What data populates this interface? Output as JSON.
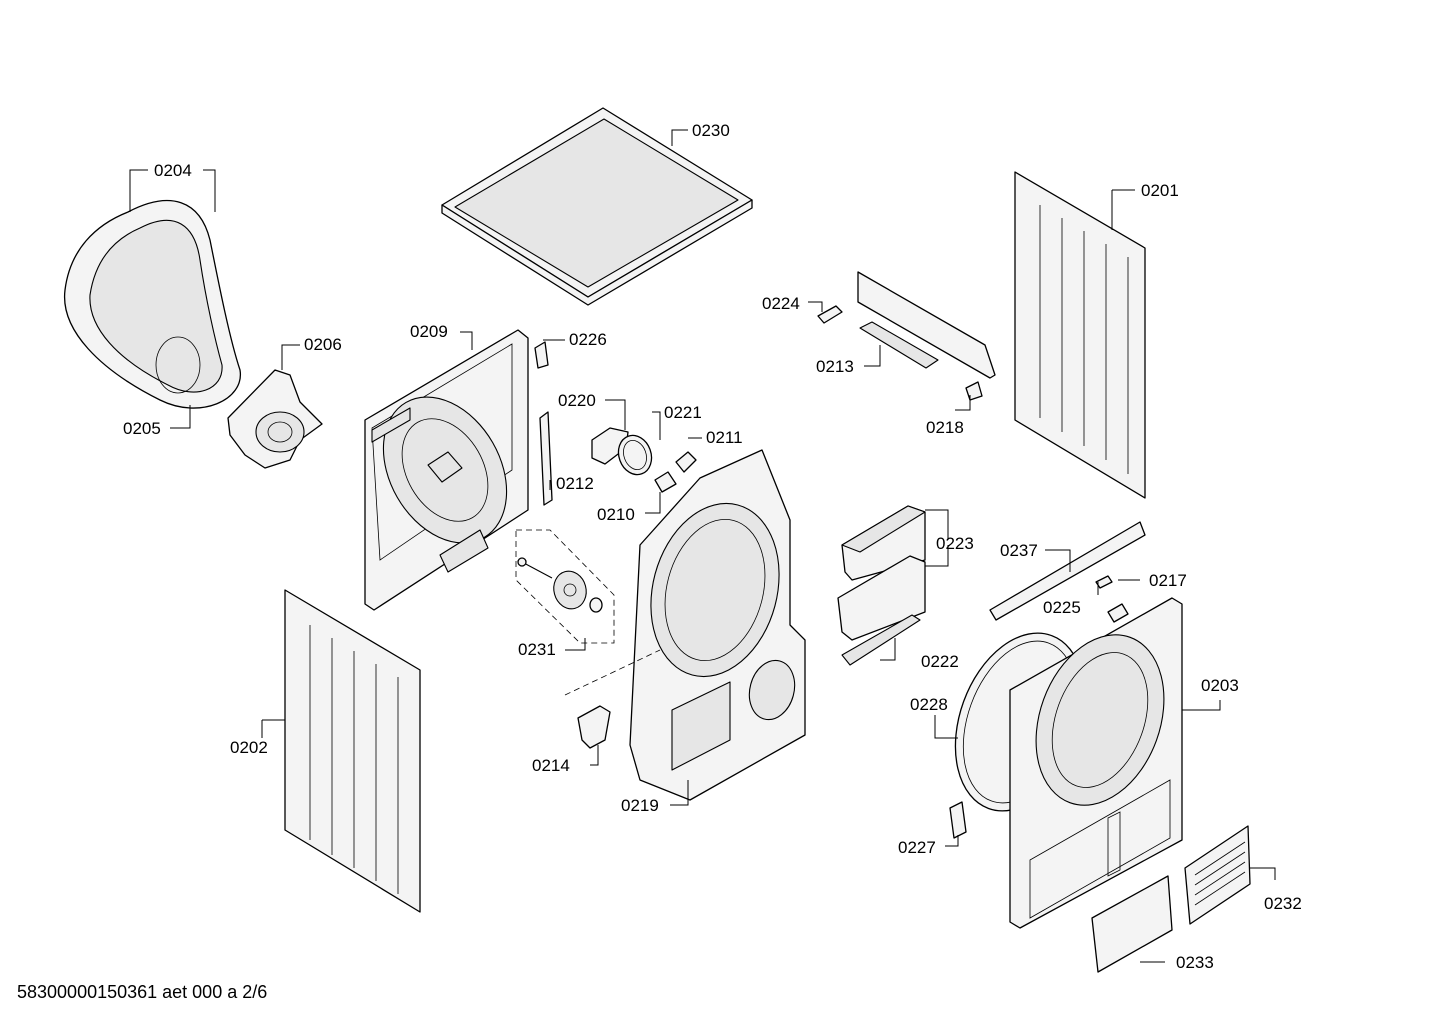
{
  "parts": [
    {
      "id": "0230",
      "label": "0230"
    },
    {
      "id": "0204",
      "label": "0204"
    },
    {
      "id": "0205",
      "label": "0205"
    },
    {
      "id": "0206",
      "label": "0206"
    },
    {
      "id": "0209",
      "label": "0209"
    },
    {
      "id": "0226",
      "label": "0226"
    },
    {
      "id": "0220",
      "label": "0220"
    },
    {
      "id": "0221",
      "label": "0221"
    },
    {
      "id": "0211",
      "label": "0211"
    },
    {
      "id": "0212",
      "label": "0212"
    },
    {
      "id": "0210",
      "label": "0210"
    },
    {
      "id": "0224",
      "label": "0224"
    },
    {
      "id": "0213",
      "label": "0213"
    },
    {
      "id": "0218",
      "label": "0218"
    },
    {
      "id": "0201",
      "label": "0201"
    },
    {
      "id": "0223",
      "label": "0223"
    },
    {
      "id": "0237",
      "label": "0237"
    },
    {
      "id": "0225",
      "label": "0225"
    },
    {
      "id": "0217",
      "label": "0217"
    },
    {
      "id": "0222",
      "label": "0222"
    },
    {
      "id": "0231",
      "label": "0231"
    },
    {
      "id": "0202",
      "label": "0202"
    },
    {
      "id": "0214",
      "label": "0214"
    },
    {
      "id": "0219",
      "label": "0219"
    },
    {
      "id": "0228",
      "label": "0228"
    },
    {
      "id": "0203",
      "label": "0203"
    },
    {
      "id": "0227",
      "label": "0227"
    },
    {
      "id": "0232",
      "label": "0232"
    },
    {
      "id": "0233",
      "label": "0233"
    }
  ],
  "footer": "58300000150361 aet 000 a 2/6"
}
